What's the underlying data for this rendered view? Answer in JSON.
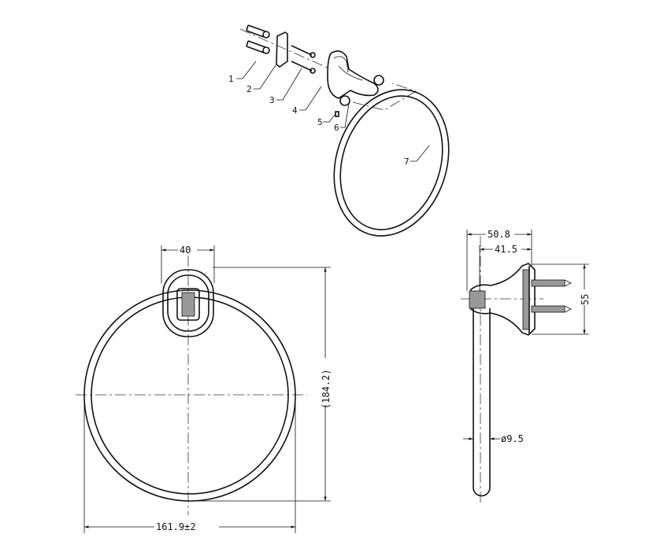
{
  "exploded_view": {
    "part_labels": [
      "1",
      "2",
      "3",
      "4",
      "5",
      "6",
      "7"
    ]
  },
  "front_view": {
    "mount_width": "40",
    "ring_height": "(184.2)",
    "ring_width": "161.9±2"
  },
  "side_view": {
    "overall_depth": "50.8",
    "mount_depth": "41.5",
    "mount_height": "55",
    "rod_diameter": "ø9.5"
  }
}
